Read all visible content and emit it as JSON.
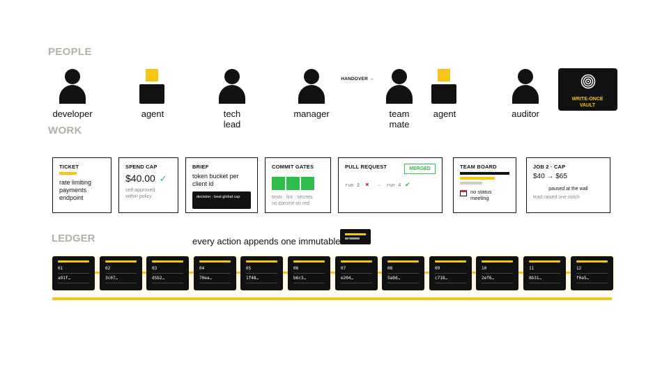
{
  "sections": {
    "people": "PEOPLE",
    "work": "WORK",
    "ledger": "LEDGER"
  },
  "people": {
    "developer": "developer",
    "agent1": "agent",
    "tech_lead": "tech lead",
    "manager": "manager",
    "team_mate": "team mate",
    "agent2": "agent",
    "auditor": "auditor"
  },
  "handover": "HANDOVER →",
  "vault": "WRITE-ONCE VAULT",
  "work": {
    "ticket": {
      "title": "TICKET",
      "text": "rate limiting payments endpoint"
    },
    "spend_cap": {
      "title": "SPEND CAP",
      "amount": "$40.00",
      "check": "✓",
      "note": "self-approved within policy"
    },
    "brief": {
      "title": "BRIEF",
      "text": "token bucket per client id",
      "decision": "decision · beat global cap"
    },
    "commit_gates": {
      "title": "COMMIT GATES",
      "note1": "tests · lint · secrets",
      "note2": "no commit on red"
    },
    "pull_request": {
      "title": "PULL REQUEST",
      "badge": "MERGED",
      "run_fail": "run 3",
      "x": "✖",
      "arrow": "→",
      "run_ok": "run 4",
      "check": "✔"
    },
    "team_board": {
      "title": "TEAM BOARD",
      "text": "no status meeting"
    },
    "job2": {
      "title": "JOB 2 · CAP",
      "change": "$40 → $65",
      "note1": "paused at the wall",
      "note2": "lead raised one notch"
    }
  },
  "ledger": {
    "caption": "every action appends one immutable block",
    "blocks": [
      {
        "num": "01",
        "hash": "a91f…"
      },
      {
        "num": "02",
        "hash": "3c07…"
      },
      {
        "num": "03",
        "hash": "d5b2…"
      },
      {
        "num": "04",
        "hash": "70ea…"
      },
      {
        "num": "05",
        "hash": "1f48…"
      },
      {
        "num": "06",
        "hash": "b6c3…"
      },
      {
        "num": "07",
        "hash": "e204…"
      },
      {
        "num": "08",
        "hash": "5a9d…"
      },
      {
        "num": "09",
        "hash": "c718…"
      },
      {
        "num": "10",
        "hash": "2ef6…"
      },
      {
        "num": "11",
        "hash": "8b31…"
      },
      {
        "num": "12",
        "hash": "f0a5…"
      }
    ]
  },
  "colors": {
    "accent": "#f5c518",
    "green": "#2ebd4b",
    "red": "#e0282e",
    "muted": "#b5b0a8"
  }
}
